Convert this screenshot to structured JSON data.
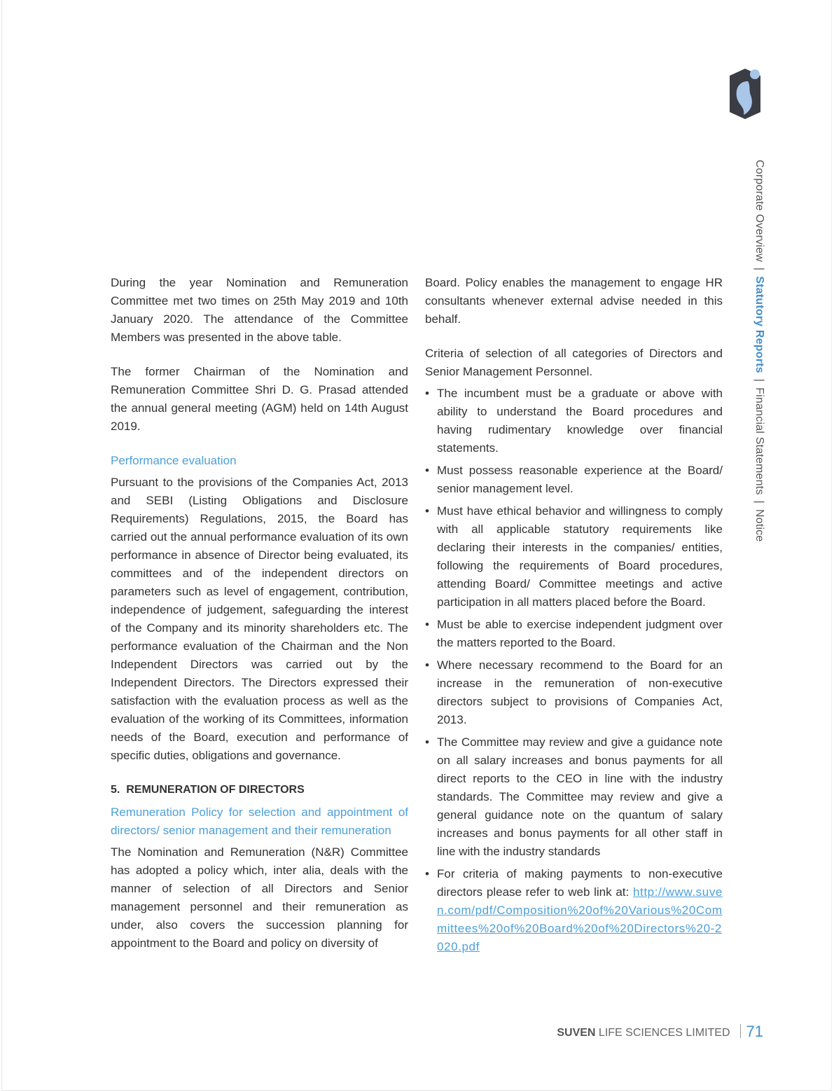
{
  "side_nav": {
    "item1": "Corporate Overview",
    "item2": "Statutory Reports",
    "item3": "Financial Statements",
    "item4": "Notice",
    "separator": "|"
  },
  "left_column": {
    "para1": "During the year Nomination and Remuneration Committee met two times on 25th May 2019 and 10th January 2020. The attendance of the Committee Members was presented in the above table.",
    "para2": "The former Chairman of the Nomination and Remuneration Committee Shri D. G. Prasad attended the annual general meeting (AGM) held on 14th August 2019.",
    "perf_heading": "Performance evaluation",
    "perf_para": "Pursuant to the provisions of the Companies Act, 2013 and SEBI (Listing Obligations and Disclosure Requirements) Regulations, 2015, the Board has carried out the annual performance evaluation of its own performance in absence of Director being evaluated, its committees and of the independent directors on parameters such as level of engagement, contribution, independence of judgement, safeguarding the interest of the Company and its minority shareholders etc. The performance evaluation of the Chairman and the Non Independent Directors was carried out by the Independent Directors. The Directors expressed their satisfaction with the evaluation process as well as the evaluation of the working of its Committees, information needs of the Board, execution and performance of specific duties, obligations and governance.",
    "section_heading": "5.  REMUNERATION OF DIRECTORS",
    "policy_heading": "Remuneration Policy for selection and appointment of directors/ senior management and their remuneration",
    "policy_para": "The Nomination and Remuneration (N&R) Committee has adopted a policy which, inter alia, deals with the manner of selection of all Directors and Senior management personnel and their remuneration as under, also covers the succession planning for appointment to the Board and policy on diversity of"
  },
  "right_column": {
    "para1": "Board. Policy enables the management to engage HR consultants whenever external advise needed in this behalf.",
    "criteria_intro": "Criteria of selection of all categories of Directors and Senior Management Personnel.",
    "bullets": [
      "The incumbent must be a graduate or above with ability to understand the Board procedures and having rudimentary knowledge over financial statements.",
      "Must possess reasonable experience at the Board/ senior management level.",
      "Must have ethical behavior and willingness to comply with all applicable statutory requirements like declaring their interests in the companies/ entities, following the requirements of Board procedures, attending Board/ Committee meetings and active participation in all matters placed before the Board.",
      "Must be able to exercise independent judgment over the matters reported to the Board.",
      "Where necessary recommend to the Board for an increase in the remuneration of non-executive directors subject to provisions of Companies Act, 2013.",
      "The Committee may review and give a guidance note on all salary increases and bonus payments for all direct reports to the CEO in line with the industry standards. The Committee may review and give a general guidance note on the quantum of salary increases and bonus payments for all other staff in line with the industry standards"
    ],
    "last_bullet_text": "For criteria of making payments to non-executive directors please refer to web link at: ",
    "link_text": "http://www.suven.com/pdf/Composition%20of%20Various%20Committees%20of%20Board%20of%20Directors%20-2020.pdf"
  },
  "footer": {
    "brand": "SUVEN",
    "company_rest": " LIFE SCIENCES LIMITED",
    "page_number": "71"
  },
  "colors": {
    "accent": "#4da0d9",
    "logo_dark": "#3a3d44",
    "logo_light": "#a9c6e8",
    "body_text": "#333333"
  }
}
